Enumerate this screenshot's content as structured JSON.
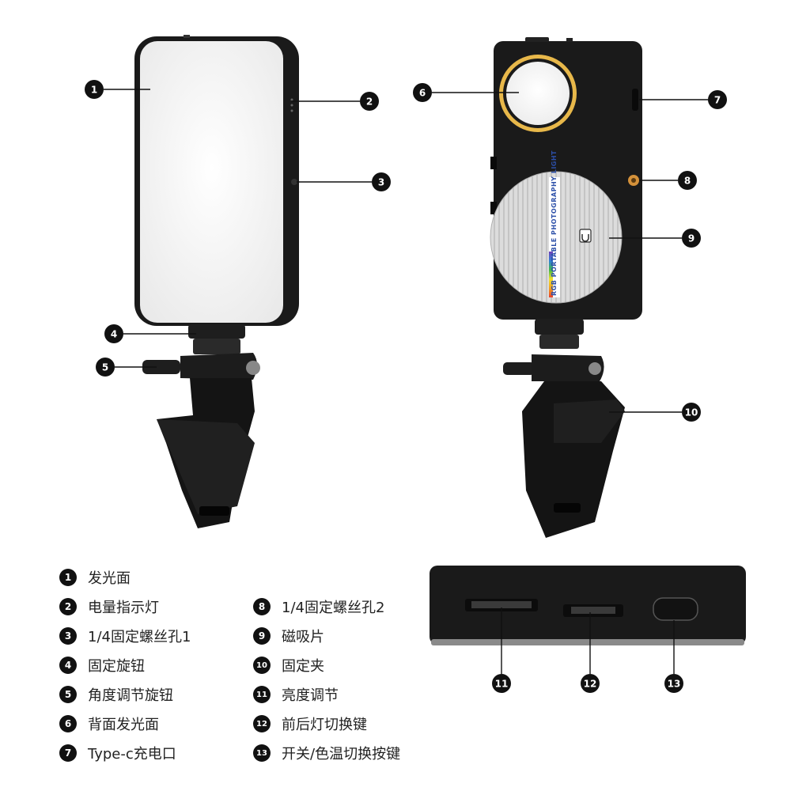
{
  "callouts": [
    {
      "number": "1",
      "label": "发光面"
    },
    {
      "number": "2",
      "label": "电量指示灯"
    },
    {
      "number": "3",
      "label": "1/4固定螺丝孔1"
    },
    {
      "number": "4",
      "label": "固定旋钮"
    },
    {
      "number": "5",
      "label": "角度调节旋钮"
    },
    {
      "number": "6",
      "label": "背面发光面"
    },
    {
      "number": "7",
      "label": "Type-c充电口"
    },
    {
      "number": "8",
      "label": "1/4固定螺丝孔2"
    },
    {
      "number": "9",
      "label": "磁吸片"
    },
    {
      "number": "10",
      "label": "固定夹"
    },
    {
      "number": "11",
      "label": "亮度调节"
    },
    {
      "number": "12",
      "label": "前后灯切换键"
    },
    {
      "number": "13",
      "label": "开关/色温切换按键"
    }
  ],
  "magnet_print": "RGB PORTABLE PHOTOGRAPHY LIGHT",
  "colors": {
    "body": "#1a1a1a",
    "panel": "#f4f4f4",
    "ring": "#e8b84a",
    "badge": "#111111"
  }
}
